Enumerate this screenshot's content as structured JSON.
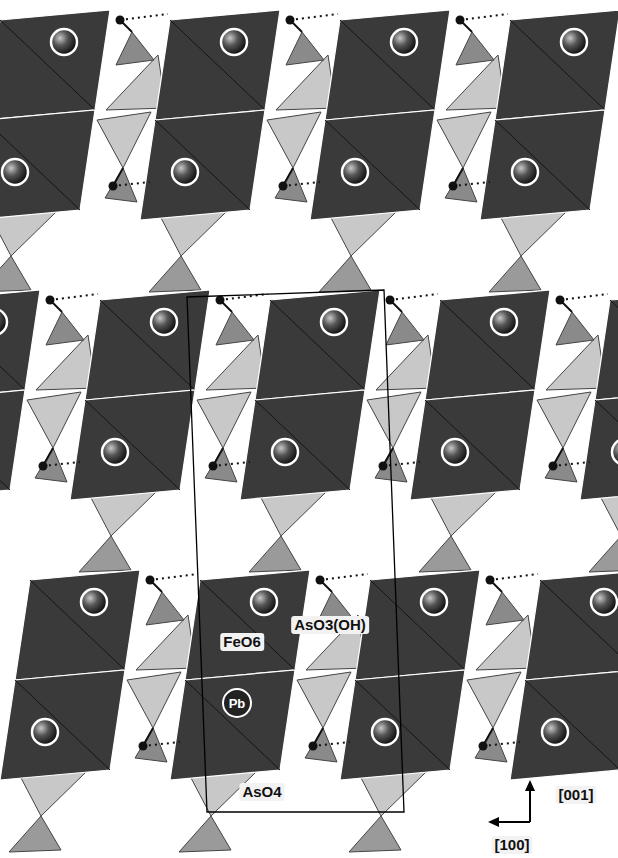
{
  "diagram": {
    "nodes": [
      {
        "text": [
          "Pb"
        ]
      }
    ],
    "labels": [
      "AsO3(OH)",
      "FeO6",
      "AsO4",
      "[001]",
      "[100]"
    ]
  }
}
